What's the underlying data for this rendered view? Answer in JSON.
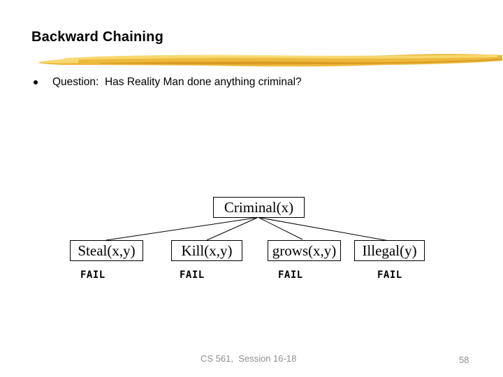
{
  "slide": {
    "title": "Backward Chaining",
    "bullet_marker": "•",
    "bullet_text": "Question:  Has Reality Man done anything criminal?"
  },
  "tree": {
    "root": {
      "label": "Criminal(x)"
    },
    "children": [
      {
        "label": "Steal(x,y)",
        "result": "FAIL"
      },
      {
        "label": "Kill(x,y)",
        "result": "FAIL"
      },
      {
        "label": "grows(x,y)",
        "result": "FAIL"
      },
      {
        "label": "Illegal(y)",
        "result": "FAIL"
      }
    ]
  },
  "footer": {
    "course": "CS 561,  Session 16-18",
    "page_number": "58"
  },
  "colors": {
    "highlight_main": "#EDB93D",
    "highlight_light": "#F8DD74",
    "highlight_dark": "#D2951F",
    "line": "#000000",
    "footer_text": "#8F8F8A"
  }
}
